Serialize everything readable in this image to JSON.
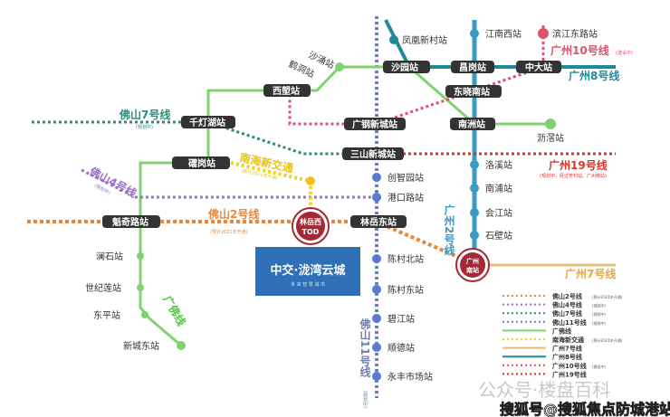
{
  "interchanges": {
    "shayuan": "沙园站",
    "changgang": "昌岗站",
    "zhongda": "中大站",
    "xilang": "西塱站",
    "dongxiaonan": "东晓南站",
    "guanggang": "广钢新城站",
    "nanzhou": "南洲站",
    "qiandenghu": "千灯湖站",
    "leigang": "礌岗站",
    "sanshan": "三山新城站",
    "kuiqi": "魁奇路站",
    "linyuedong": "林岳东站"
  },
  "stations": {
    "fenghuang": "凤凰新村站",
    "jiangnanxi": "江南西站",
    "binjiang": "滨江东路站",
    "shachong": "沙涌站",
    "hedong": "鹤洞站",
    "lijiao": "沥滘站",
    "luoxi": "洛溪站",
    "nanpu": "南浦站",
    "huijiang": "会江站",
    "shibi": "石壁站",
    "chuangzhi": "创智园站",
    "gangkou": "港口路站",
    "chencunbei": "陈村北站",
    "chencundong": "陈村东站",
    "bijiang": "碧江站",
    "shunde": "顺德站",
    "yongfeng": "永丰市场站",
    "lanshi": "澜石站",
    "shijilian": "世纪莲站",
    "dongping": "东平站",
    "xinchengdong": "新城东站"
  },
  "hubs": {
    "linyuexi": {
      "name": "林岳西",
      "sub": "TOD"
    },
    "gznan": {
      "name": "广州",
      "sub": "南站"
    }
  },
  "lines": {
    "gz10": "广州10号线",
    "gz10_note": "(建设中)",
    "gz8": "广州8号线",
    "fs7": "佛山7号线",
    "fs7_note": "(规划中)",
    "nanhai": "南海新交通",
    "nanhai_note": "(预计2021年开通)",
    "fs4": "佛山4号线",
    "fs4_note": "(规划中)",
    "fs2": "佛山2号线",
    "fs2_note": "(预计2021年开通)",
    "gz19": "广州19号线",
    "gz19_note": "(规划中，经过芳村站、广州南站)",
    "gz2": "广州2号线",
    "gz7": "广州7号线",
    "fs11": "佛山11号线",
    "fs11_note": "(规划中)",
    "guangfo": "广佛线"
  },
  "project": {
    "name": "中交·泷湾云城",
    "slogan": "未 来 智 慧 城 市"
  },
  "legend": [
    {
      "label": "佛山2号线",
      "note": "(预计2021年开通)",
      "color": "#e8873a",
      "style": "dotted"
    },
    {
      "label": "佛山4号线",
      "note": "(规划中)",
      "color": "#9b6fc4",
      "style": "dotted"
    },
    {
      "label": "佛山7号线",
      "note": "(规划中)",
      "color": "#2f8a7a",
      "style": "dotted"
    },
    {
      "label": "佛山11号线",
      "note": "(规划中)",
      "color": "#6f7fae",
      "style": "dotted"
    },
    {
      "label": "广佛线",
      "note": "",
      "color": "#7ed36f",
      "style": "solid"
    },
    {
      "label": "南海新交通",
      "note": "(预计2021年开通)",
      "color": "#f1d21f",
      "style": "dotted"
    },
    {
      "label": "广州7号线",
      "note": "",
      "color": "#e4bf7c",
      "style": "solid"
    },
    {
      "label": "广州8号线",
      "note": "",
      "color": "#1e8a9a",
      "style": "solid"
    },
    {
      "label": "广州10号线",
      "note": "(建设中)",
      "color": "#d9536e",
      "style": "dotted"
    },
    {
      "label": "广州19号线",
      "note": "",
      "color": "#d9342b",
      "style": "dotted"
    }
  ],
  "watermarks": {
    "wechat": "公众号·楼盘百科",
    "sohu": "搜狐号@搜狐焦点防城港站"
  }
}
